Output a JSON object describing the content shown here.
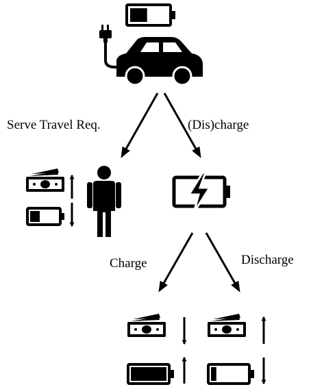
{
  "labels": {
    "serve_travel": "Serve Travel Req.",
    "dis_charge": "(Dis)charge",
    "charge": "Charge",
    "discharge": "Discharge"
  },
  "icons": {
    "top_battery_level": 0.45,
    "serve_battery_level": 0.35,
    "charge_battery_level": 1.0,
    "discharge_battery_level": 0.15
  },
  "colors": {
    "ink": "#000000",
    "background": "#ffffff"
  }
}
